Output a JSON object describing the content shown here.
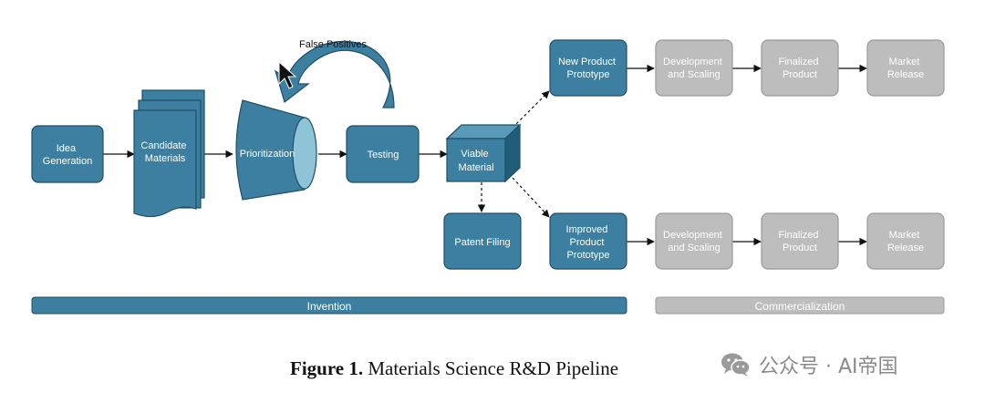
{
  "colors": {
    "blue": "#3c7fa0",
    "blue_dark": "#1f4f66",
    "blue_light": "#8fc3d8",
    "grey": "#bdbdbd",
    "grey_border": "#9a9a9a"
  },
  "nodes": {
    "idea_generation": [
      "Idea",
      "Generation"
    ],
    "candidate_materials": [
      "Candidate",
      "Materials"
    ],
    "prioritization": [
      "Prioritization"
    ],
    "testing": [
      "Testing"
    ],
    "viable_material": [
      "Viable",
      "Material"
    ],
    "patent_filing": [
      "Patent Filing"
    ],
    "new_product_prototype": [
      "New Product",
      "Prototype"
    ],
    "improved_product_prototype": [
      "Improved",
      "Product",
      "Prototype"
    ],
    "dev_scaling_top": [
      "Development",
      "and Scaling"
    ],
    "finalized_top": [
      "Finalized",
      "Product"
    ],
    "market_top": [
      "Market",
      "Release"
    ],
    "dev_scaling_bottom": [
      "Development",
      "and Scaling"
    ],
    "finalized_bottom": [
      "Finalized",
      "Product"
    ],
    "market_bottom": [
      "Market",
      "Release"
    ]
  },
  "feedback_label": "False Positives",
  "phases": {
    "invention": "Invention",
    "commercialization": "Commercialization"
  },
  "caption": {
    "label": "Figure 1.",
    "text": "Materials Science R&D Pipeline"
  },
  "watermark": {
    "text": "公众号 · AI帝国",
    "icon": "wechat-icon"
  }
}
